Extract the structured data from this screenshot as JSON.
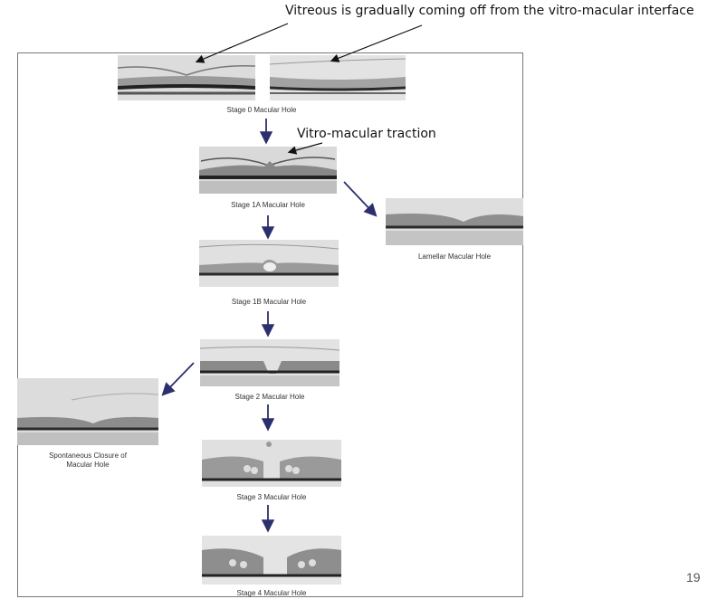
{
  "annotations": {
    "vitreous_detachment": "Vitreous is gradually coming off from the vitro-macular interface",
    "traction": "Vitro-macular traction"
  },
  "slide_number": "19",
  "stages": {
    "stage0": "Stage 0 Macular Hole",
    "stage1a": "Stage 1A Macular Hole",
    "lamellar": "Lamellar Macular Hole",
    "stage1b": "Stage 1B Macular Hole",
    "stage2": "Stage 2 Macular Hole",
    "spontaneous_line1": "Spontaneous Closure of",
    "spontaneous_line2": "Macular Hole",
    "stage3": "Stage 3 Macular Hole",
    "stage4": "Stage 4 Macular Hole"
  },
  "colors": {
    "flow_arrow": "#2b2f6e",
    "annotation_arrow": "#111111",
    "retina_dark": "#2a2a2a",
    "retina_mid": "#8a8a8a",
    "scan_bg": "#dcdcdc"
  }
}
